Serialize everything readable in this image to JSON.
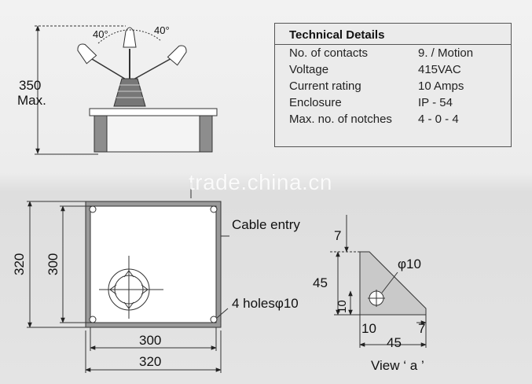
{
  "technical_details": {
    "title": "Technical Details",
    "rows": [
      {
        "label": "No. of contacts",
        "value": "9. / Motion"
      },
      {
        "label": "Voltage",
        "value": "415VAC"
      },
      {
        "label": "Current rating",
        "value": "10 Amps"
      },
      {
        "label": "Enclosure",
        "value": "IP - 54"
      },
      {
        "label": "Max. no. of notches",
        "value": "4 - 0 - 4"
      }
    ]
  },
  "side_view": {
    "angle_left": "40°",
    "angle_right": "40°",
    "height_value": "350",
    "height_note": "Max."
  },
  "plan_view": {
    "outer_width": "320",
    "inner_width": "300",
    "outer_height": "320",
    "inner_height": "300",
    "cable_entry": "Cable entry",
    "holes": "4 holesφ10"
  },
  "view_a": {
    "dim_top": "7",
    "dim_height": "45",
    "dim_inner": "10",
    "dim_hole": "φ10",
    "dim_bottom_left": "10",
    "dim_bottom_right": "7",
    "dim_width": "45",
    "caption": "View ‘ a ’"
  },
  "watermark": "trade.china.cn"
}
